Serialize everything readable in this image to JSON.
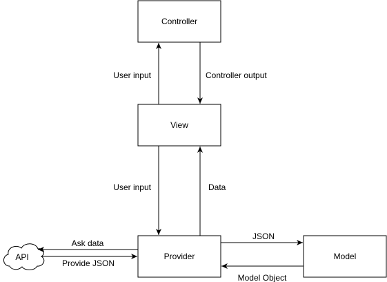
{
  "nodes": {
    "controller": "Controller",
    "view": "View",
    "provider": "Provider",
    "model": "Model",
    "api": "API"
  },
  "edges": {
    "view_to_controller": "User input",
    "controller_to_view": "Controller output",
    "provider_to_view": "User input",
    "view_to_provider": "Data",
    "provider_to_api": "Ask data",
    "api_to_provider": "Provide JSON",
    "provider_to_model": "JSON",
    "model_to_provider": "Model Object"
  },
  "colors": {
    "stroke": "#000000",
    "fill": "#ffffff",
    "text": "#000000"
  }
}
